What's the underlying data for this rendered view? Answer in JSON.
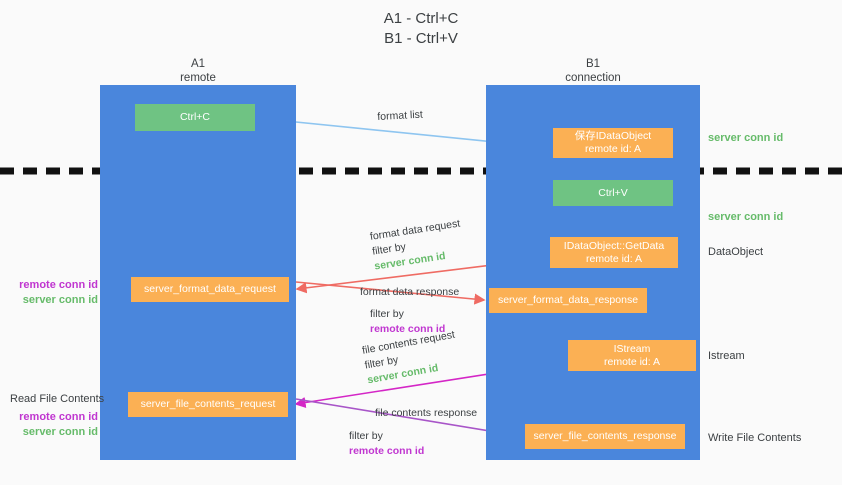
{
  "title": {
    "line1": "A1 - Ctrl+C",
    "line2": "B1 - Ctrl+V"
  },
  "lanes": [
    {
      "name": "A1",
      "subtitle": "remote"
    },
    {
      "name": "B1",
      "subtitle": "connection"
    }
  ],
  "boxes": {
    "ctrl_c": {
      "line1": "Ctrl+C",
      "color": "#6fc383"
    },
    "save_dataobject": {
      "line1": "保存IDataObject",
      "line2": "remote id: A",
      "color": "#fbb054"
    },
    "ctrl_v": {
      "line1": "Ctrl+V",
      "color": "#6fc383"
    },
    "getdata": {
      "line1": "IDataObject::GetData",
      "line2": "remote id: A",
      "color": "#fbb054"
    },
    "istream": {
      "line1": "IStream",
      "line2": "remote id: A",
      "color": "#fbb054"
    },
    "server_format_data_request": {
      "line1": "server_format_data_request",
      "color": "#fbb054"
    },
    "server_format_data_response": {
      "line1": "server_format_data_response",
      "color": "#fbb054"
    },
    "server_file_contents_request": {
      "line1": "server_file_contents_request",
      "color": "#fbb054"
    },
    "server_file_contents_response": {
      "line1": "server_file_contents_response",
      "color": "#fbb054"
    }
  },
  "side_labels": {
    "server_conn_id_top": "server conn id",
    "server_conn_id_mid": "server conn id",
    "dataobject": "DataObject",
    "istream": "Istream",
    "write_file_contents": "Write File Contents",
    "read_file_contents": "Read File Contents",
    "remote_conn_id": "remote conn id",
    "server_conn_id": "server conn id"
  },
  "arrow_labels": {
    "format_list": "format list",
    "format_data_request": "format data request",
    "format_data_request_filter_prefix": "filter by ",
    "format_data_request_filter_value": "server conn id",
    "format_data_response": "format data response",
    "format_data_response_filter_prefix": "filter by ",
    "format_data_response_filter_value": "remote conn id",
    "file_contents_request": "file contents request",
    "file_contents_request_filter_prefix": "filter by ",
    "file_contents_request_filter_value": "server conn id",
    "file_contents_response": "file contents response",
    "file_contents_response_filter_prefix": "filter by ",
    "file_contents_response_filter_value": "remote conn id"
  },
  "colors": {
    "lane": "#4a86dc",
    "green_box": "#6fc383",
    "orange_box": "#fbb054",
    "green_text": "#66bb6a",
    "purple_text": "#c036d0",
    "arrow_blue": "#8ec5f0",
    "arrow_red": "#ef6b63",
    "arrow_magenta": "#d426c6",
    "arrow_purple": "#a855c8",
    "arrow_black": "#111111",
    "background": "#fafafa"
  }
}
